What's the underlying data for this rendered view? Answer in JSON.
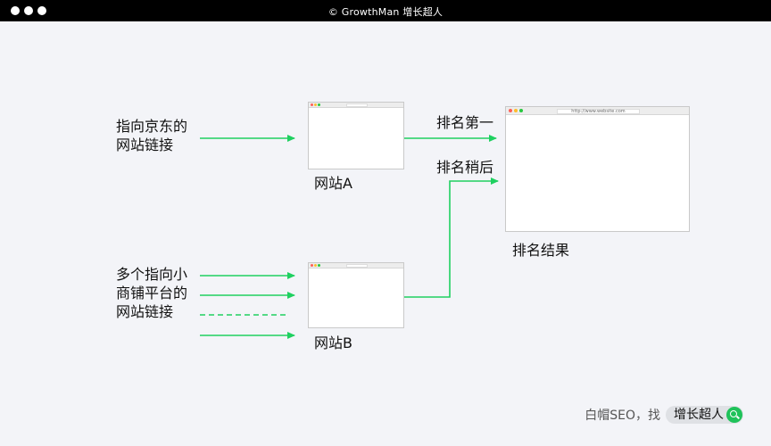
{
  "window": {
    "title": "© GrowthMan 增长超人"
  },
  "diagram": {
    "left_label_top": [
      "指向京东的",
      "网站链接"
    ],
    "left_label_bottom": [
      "多个指向小",
      "商铺平台的",
      "网站链接"
    ],
    "site_a_label": "网站A",
    "site_b_label": "网站B",
    "rank_first_label": "排名第一",
    "rank_later_label": "排名稍后",
    "result_label": "排名结果",
    "result_browser_url": "http://www.website.com",
    "arrow_color": "#1fd060"
  },
  "footer": {
    "text": "白帽SEO，找",
    "brand": "增长超人"
  }
}
